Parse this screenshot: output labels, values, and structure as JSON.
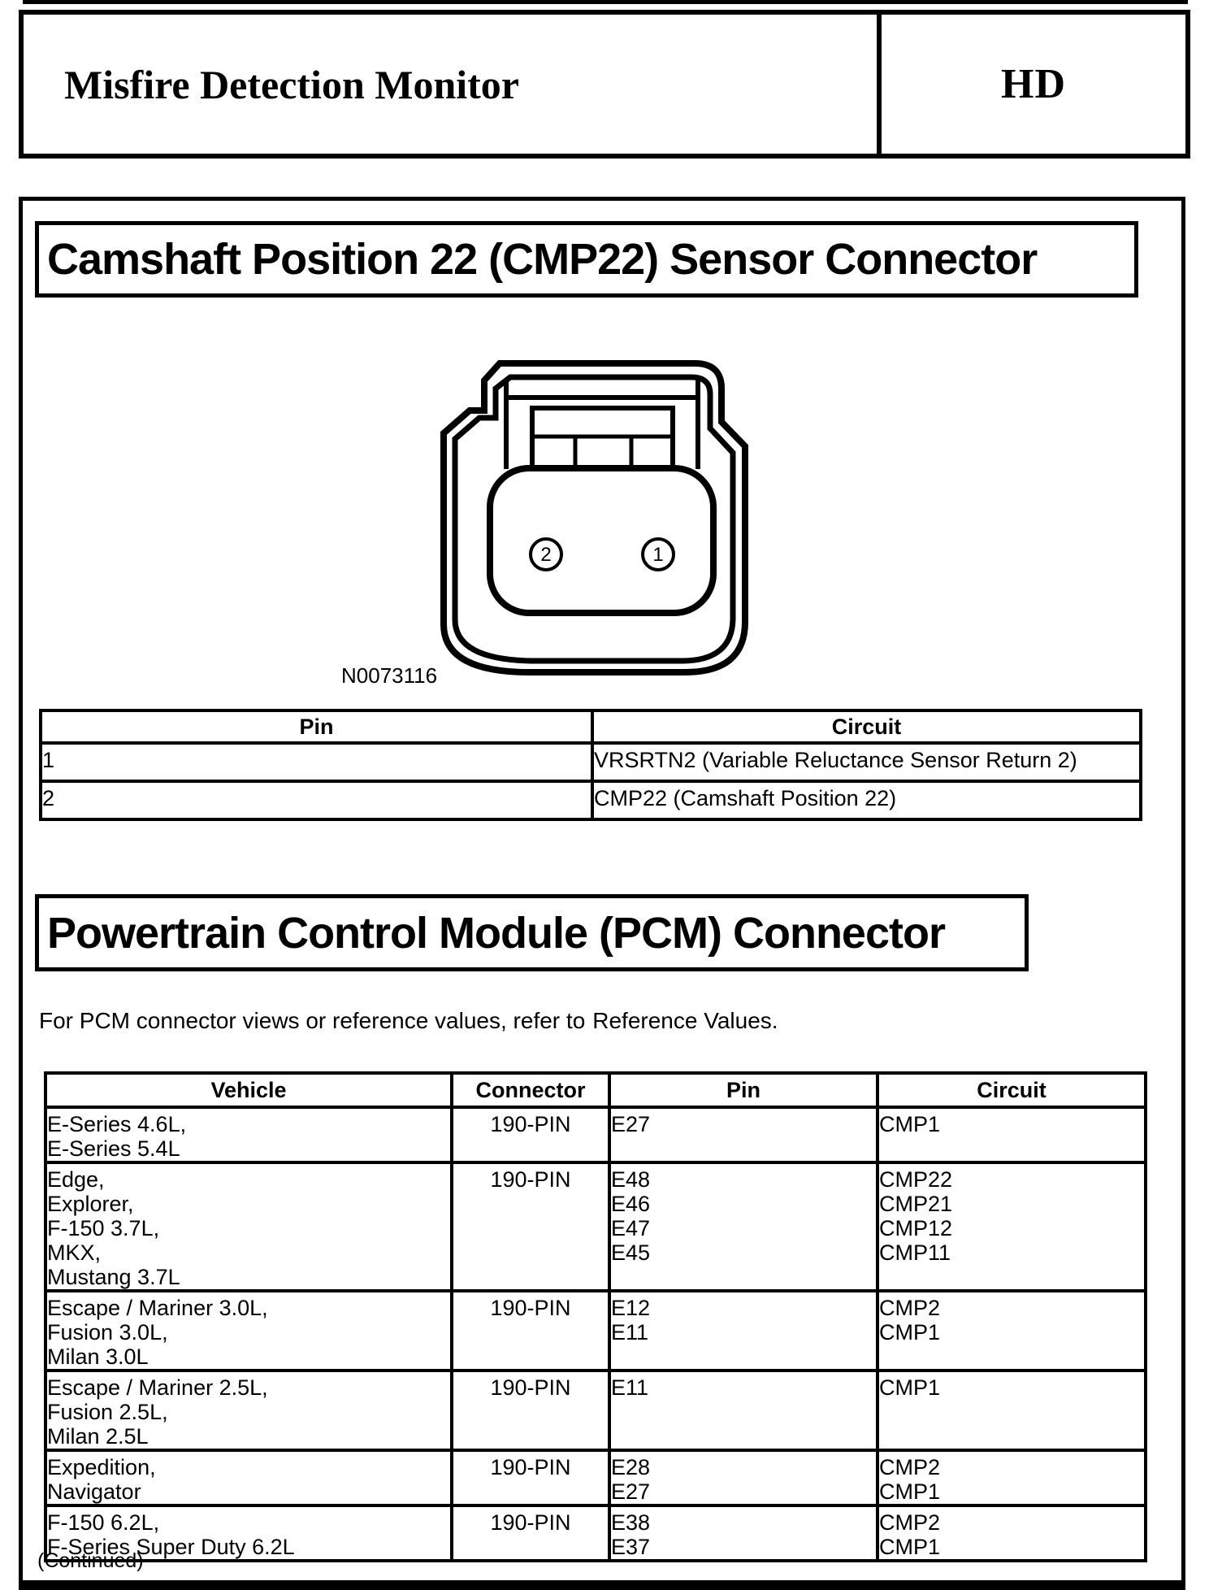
{
  "header": {
    "title": "Misfire Detection Monitor",
    "code": "HD"
  },
  "cmp_section": {
    "heading": "Camshaft Position 22 (CMP22) Sensor Connector",
    "figure": {
      "label": "N0073116",
      "pin_left": "2",
      "pin_right": "1"
    },
    "pin_table": {
      "col_pin": "Pin",
      "col_circuit": "Circuit",
      "rows": [
        {
          "pin": "1",
          "circuit": "VRSRTN2 (Variable Reluctance Sensor Return 2)"
        },
        {
          "pin": "2",
          "circuit": "CMP22 (Camshaft Position 22)"
        }
      ]
    }
  },
  "pcm_section": {
    "heading": "Powertrain Control Module (PCM) Connector",
    "intro_prefix": "For PCM connector views or reference values, refer to",
    "intro_link": "Reference Values.",
    "vehicle_table": {
      "col_vehicle": "Vehicle",
      "col_connector": "Connector",
      "col_pin": "Pin",
      "col_circuit": "Circuit",
      "rows": [
        {
          "vehicle": "E-Series 4.6L,\nE-Series 5.4L",
          "connector": "190-PIN",
          "pin": "E27",
          "circuit": "CMP1"
        },
        {
          "vehicle": "Edge,\nExplorer,\nF-150 3.7L,\nMKX,\nMustang 3.7L",
          "connector": "190-PIN",
          "pin": "E48\nE46\nE47\nE45",
          "circuit": "CMP22\nCMP21\nCMP12\nCMP11"
        },
        {
          "vehicle": "Escape / Mariner 3.0L,\nFusion 3.0L,\nMilan 3.0L",
          "connector": "190-PIN",
          "pin": "E12\nE11",
          "circuit": "CMP2\nCMP1"
        },
        {
          "vehicle": "Escape / Mariner 2.5L,\nFusion 2.5L,\nMilan 2.5L",
          "connector": "190-PIN",
          "pin": "E11",
          "circuit": "CMP1"
        },
        {
          "vehicle": "Expedition,\nNavigator",
          "connector": "190-PIN",
          "pin": "E28\nE27",
          "circuit": "CMP2\nCMP1"
        },
        {
          "vehicle": "F-150 6.2L,\nF-Series Super Duty 6.2L",
          "connector": "190-PIN",
          "pin": "E38\nE37",
          "circuit": "CMP2\nCMP1"
        }
      ]
    },
    "continued": "(Continued)"
  },
  "colors": {
    "ink": "#000000",
    "paper": "#ffffff"
  }
}
